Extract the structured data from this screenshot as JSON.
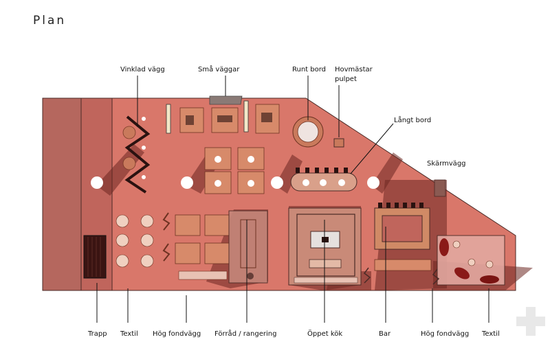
{
  "title": "Plan",
  "labels": {
    "vinklad_vagg": "Vinklad vägg",
    "sma_vaggar": "Små väggar",
    "runt_bord": "Runt bord",
    "hovmastar_1": "Hovmästar",
    "hovmastar_2": "pulpet",
    "langt_bord": "Långt bord",
    "skarmvagg": "Skärmvägg",
    "trapp": "Trapp",
    "textil_left": "Textil",
    "hog_fondvagg_left": "Hög fondvägg",
    "forrad": "Förråd / rangering",
    "oppet_kok": "Öppet kök",
    "bar": "Bar",
    "hog_fondvagg_right": "Hög fondvägg",
    "textil_right": "Textil"
  },
  "colors": {
    "floor": "#d9776a",
    "floor_dark": "#c05a50",
    "stair_zone": "#b5675e",
    "outline": "#4a2a26",
    "shadow": "#6b2620",
    "kitchen": "#c98a78"
  },
  "icons": {
    "corner_mark": "plus-icon"
  }
}
